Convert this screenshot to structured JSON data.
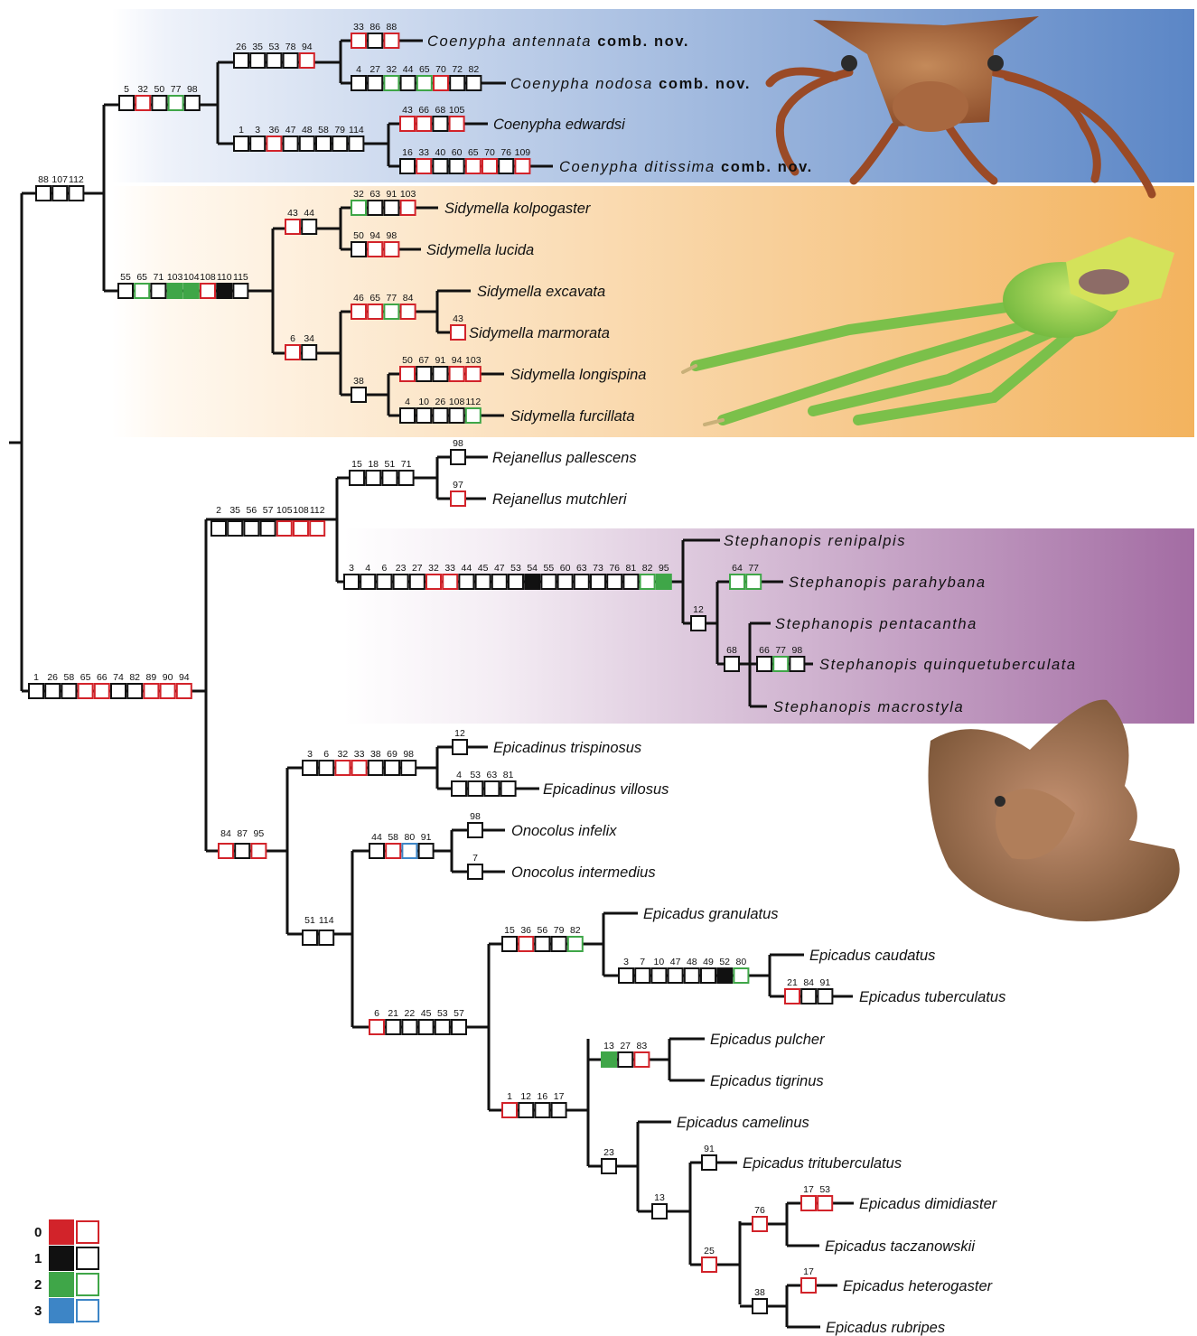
{
  "groups": {
    "coenypha": {
      "color": "#5b86c6"
    },
    "sidymella": {
      "color": "#f3b35e"
    },
    "stephanopis": {
      "color": "#a36ca3"
    }
  },
  "state_colors": {
    "0": "#d2232a",
    "1": "#111111",
    "2": "#3fa648",
    "3": "#3d85c6"
  },
  "legend": [
    {
      "state": "0",
      "label": "0"
    },
    {
      "state": "1",
      "label": "1"
    },
    {
      "state": "2",
      "label": "2"
    },
    {
      "state": "3",
      "label": "3"
    }
  ],
  "taxa": [
    {
      "genus": "Coenypha",
      "species": "antennata",
      "note": "comb. nov.",
      "spaced": true
    },
    {
      "genus": "Coenypha",
      "species": "nodosa",
      "note": "comb. nov.",
      "spaced": true
    },
    {
      "genus": "Coenypha",
      "species": "edwardsi",
      "note": ""
    },
    {
      "genus": "Coenypha",
      "species": "ditissima",
      "note": "comb. nov.",
      "spaced": true
    },
    {
      "genus": "Sidymella",
      "species": "kolpogaster",
      "note": ""
    },
    {
      "genus": "Sidymella",
      "species": "lucida",
      "note": ""
    },
    {
      "genus": "Sidymella",
      "species": "excavata",
      "note": ""
    },
    {
      "genus": "Sidymella",
      "species": "marmorata",
      "note": ""
    },
    {
      "genus": "Sidymella",
      "species": "longispina",
      "note": ""
    },
    {
      "genus": "Sidymella",
      "species": "furcillata",
      "note": ""
    },
    {
      "genus": "Rejanellus",
      "species": "pallescens",
      "note": ""
    },
    {
      "genus": "Rejanellus",
      "species": "mutchleri",
      "note": ""
    },
    {
      "genus": "Stephanopis",
      "species": "renipalpis",
      "note": "",
      "spaced": true
    },
    {
      "genus": "Stephanopis",
      "species": "parahybana",
      "note": "",
      "spaced": true
    },
    {
      "genus": "Stephanopis",
      "species": "pentacantha",
      "note": "",
      "spaced": true
    },
    {
      "genus": "Stephanopis",
      "species": "quinquetuberculata",
      "note": "",
      "spaced": true
    },
    {
      "genus": "Stephanopis",
      "species": "macrostyla",
      "note": "",
      "spaced": true
    },
    {
      "genus": "Epicadinus",
      "species": "trispinosus",
      "note": ""
    },
    {
      "genus": "Epicadinus",
      "species": "villosus",
      "note": ""
    },
    {
      "genus": "Onocolus",
      "species": "infelix",
      "note": ""
    },
    {
      "genus": "Onocolus",
      "species": "intermedius",
      "note": ""
    },
    {
      "genus": "Epicadus",
      "species": "granulatus",
      "note": ""
    },
    {
      "genus": "Epicadus",
      "species": "caudatus",
      "note": ""
    },
    {
      "genus": "Epicadus",
      "species": "tuberculatus",
      "note": ""
    },
    {
      "genus": "Epicadus",
      "species": "pulcher",
      "note": ""
    },
    {
      "genus": "Epicadus",
      "species": "tigrinus",
      "note": ""
    },
    {
      "genus": "Epicadus",
      "species": "camelinus",
      "note": ""
    },
    {
      "genus": "Epicadus",
      "species": "trituberculatus",
      "note": ""
    },
    {
      "genus": "Epicadus",
      "species": "dimidiaster",
      "note": ""
    },
    {
      "genus": "Epicadus",
      "species": "taczanowskii",
      "note": ""
    },
    {
      "genus": "Epicadus",
      "species": "heterogaster",
      "note": ""
    },
    {
      "genus": "Epicadus",
      "species": "rubripes",
      "note": ""
    }
  ],
  "characters": [
    {
      "branch": "root-left",
      "chars": [
        [
          88,
          "1o"
        ],
        [
          107,
          "1o"
        ],
        [
          112,
          "1o"
        ]
      ]
    },
    {
      "branch": "coen-sid",
      "chars": [
        [
          5,
          "1o"
        ],
        [
          32,
          "0o"
        ],
        [
          50,
          "1o"
        ],
        [
          77,
          "2o"
        ],
        [
          98,
          "1o"
        ]
      ]
    },
    {
      "branch": "coen-ab",
      "chars": [
        [
          26,
          "1o"
        ],
        [
          35,
          "1o"
        ],
        [
          53,
          "1o"
        ],
        [
          78,
          "1o"
        ],
        [
          94,
          "0o"
        ]
      ]
    },
    {
      "branch": "antennata",
      "chars": [
        [
          33,
          "0o"
        ],
        [
          86,
          "1o"
        ],
        [
          88,
          "0o"
        ]
      ]
    },
    {
      "branch": "nodosa",
      "chars": [
        [
          4,
          "1o"
        ],
        [
          27,
          "1o"
        ],
        [
          32,
          "2o"
        ],
        [
          44,
          "1o"
        ],
        [
          65,
          "2o"
        ],
        [
          70,
          "0o"
        ],
        [
          72,
          "1o"
        ],
        [
          82,
          "1o"
        ]
      ]
    },
    {
      "branch": "coen-cd",
      "chars": [
        [
          1,
          "1o"
        ],
        [
          3,
          "1o"
        ],
        [
          36,
          "0o"
        ],
        [
          47,
          "1o"
        ],
        [
          48,
          "1o"
        ],
        [
          58,
          "1o"
        ],
        [
          79,
          "1o"
        ],
        [
          114,
          "1o"
        ]
      ]
    },
    {
      "branch": "edwardsi",
      "chars": [
        [
          43,
          "0o"
        ],
        [
          66,
          "0o"
        ],
        [
          68,
          "1o"
        ],
        [
          105,
          "0o"
        ]
      ]
    },
    {
      "branch": "ditissima",
      "chars": [
        [
          16,
          "1o"
        ],
        [
          33,
          "0o"
        ],
        [
          40,
          "1o"
        ],
        [
          60,
          "1o"
        ],
        [
          65,
          "0o"
        ],
        [
          70,
          "0o"
        ],
        [
          76,
          "1o"
        ],
        [
          109,
          "0o"
        ]
      ]
    },
    {
      "branch": "sidymella",
      "chars": [
        [
          55,
          "1o"
        ],
        [
          65,
          "2o"
        ],
        [
          71,
          "1o"
        ],
        [
          103,
          "2f"
        ],
        [
          104,
          "2f"
        ],
        [
          108,
          "0o"
        ],
        [
          110,
          "1f"
        ],
        [
          115,
          "1o"
        ]
      ]
    },
    {
      "branch": "sid-ab",
      "chars": [
        [
          43,
          "0o"
        ],
        [
          44,
          "1o"
        ]
      ]
    },
    {
      "branch": "kolpogaster",
      "chars": [
        [
          32,
          "2o"
        ],
        [
          63,
          "1o"
        ],
        [
          91,
          "1o"
        ],
        [
          103,
          "0o"
        ]
      ]
    },
    {
      "branch": "lucida",
      "chars": [
        [
          50,
          "1o"
        ],
        [
          94,
          "0o"
        ],
        [
          98,
          "0o"
        ]
      ]
    },
    {
      "branch": "sid-rest",
      "chars": [
        [
          6,
          "0o"
        ],
        [
          34,
          "1o"
        ]
      ]
    },
    {
      "branch": "sid-em",
      "chars": [
        [
          46,
          "0o"
        ],
        [
          65,
          "0o"
        ],
        [
          77,
          "2o"
        ],
        [
          84,
          "0o"
        ]
      ]
    },
    {
      "branch": "marmorata",
      "chars": [
        [
          43,
          "0o"
        ]
      ]
    },
    {
      "branch": "sid-lf",
      "chars": [
        [
          38,
          "1o"
        ]
      ]
    },
    {
      "branch": "longispina",
      "chars": [
        [
          50,
          "0o"
        ],
        [
          67,
          "1o"
        ],
        [
          91,
          "1o"
        ],
        [
          94,
          "0o"
        ],
        [
          103,
          "0o"
        ]
      ]
    },
    {
      "branch": "furcillata",
      "chars": [
        [
          4,
          "1o"
        ],
        [
          10,
          "1o"
        ],
        [
          26,
          "1o"
        ],
        [
          108,
          "1o"
        ],
        [
          112,
          "2o"
        ]
      ]
    },
    {
      "branch": "root-right",
      "chars": [
        [
          1,
          "1o"
        ],
        [
          26,
          "1o"
        ],
        [
          58,
          "1o"
        ],
        [
          65,
          "0o"
        ],
        [
          66,
          "0o"
        ],
        [
          74,
          "1o"
        ],
        [
          82,
          "1o"
        ],
        [
          89,
          "0o"
        ],
        [
          90,
          "0o"
        ],
        [
          94,
          "0o"
        ]
      ]
    },
    {
      "branch": "rej-step",
      "chars": [
        [
          2,
          "1o"
        ],
        [
          35,
          "1o"
        ],
        [
          56,
          "1o"
        ],
        [
          57,
          "1o"
        ],
        [
          105,
          "0o"
        ],
        [
          108,
          "0o"
        ],
        [
          112,
          "0o"
        ]
      ]
    },
    {
      "branch": "rejanellus",
      "chars": [
        [
          15,
          "1o"
        ],
        [
          18,
          "1o"
        ],
        [
          51,
          "1o"
        ],
        [
          71,
          "1o"
        ]
      ]
    },
    {
      "branch": "pallescens",
      "chars": [
        [
          98,
          "1o"
        ]
      ]
    },
    {
      "branch": "mutchleri",
      "chars": [
        [
          97,
          "0o"
        ]
      ]
    },
    {
      "branch": "stephanopis",
      "chars": [
        [
          3,
          "1o"
        ],
        [
          4,
          "1o"
        ],
        [
          6,
          "1o"
        ],
        [
          23,
          "1o"
        ],
        [
          27,
          "1o"
        ],
        [
          32,
          "0o"
        ],
        [
          33,
          "0o"
        ],
        [
          44,
          "1o"
        ],
        [
          45,
          "1o"
        ],
        [
          47,
          "1o"
        ],
        [
          53,
          "1o"
        ],
        [
          54,
          "1f"
        ],
        [
          55,
          "1o"
        ],
        [
          60,
          "1o"
        ],
        [
          63,
          "1o"
        ],
        [
          73,
          "1o"
        ],
        [
          76,
          "1o"
        ],
        [
          81,
          "1o"
        ],
        [
          82,
          "2o"
        ],
        [
          95,
          "2f"
        ]
      ]
    },
    {
      "branch": "parahybana",
      "chars": [
        [
          64,
          "2o"
        ],
        [
          77,
          "2o"
        ]
      ]
    },
    {
      "branch": "step-b",
      "chars": [
        [
          12,
          "1o"
        ]
      ]
    },
    {
      "branch": "step-c",
      "chars": [
        [
          68,
          "1o"
        ]
      ]
    },
    {
      "branch": "quinque",
      "chars": [
        [
          66,
          "1o"
        ],
        [
          77,
          "2o"
        ],
        [
          98,
          "1o"
        ]
      ]
    },
    {
      "branch": "epi-group",
      "chars": [
        [
          84,
          "0o"
        ],
        [
          87,
          "1o"
        ],
        [
          95,
          "0o"
        ]
      ]
    },
    {
      "branch": "epicadinus",
      "chars": [
        [
          3,
          "1o"
        ],
        [
          6,
          "1o"
        ],
        [
          32,
          "0o"
        ],
        [
          33,
          "0o"
        ],
        [
          38,
          "1o"
        ],
        [
          69,
          "1o"
        ],
        [
          98,
          "1o"
        ]
      ]
    },
    {
      "branch": "trispinosus",
      "chars": [
        [
          12,
          "1o"
        ]
      ]
    },
    {
      "branch": "villosus",
      "chars": [
        [
          4,
          "1o"
        ],
        [
          53,
          "1o"
        ],
        [
          63,
          "1o"
        ],
        [
          81,
          "1o"
        ]
      ]
    },
    {
      "branch": "ono-epi",
      "chars": [
        [
          51,
          "1o"
        ],
        [
          114,
          "1o"
        ]
      ]
    },
    {
      "branch": "onocolus",
      "chars": [
        [
          44,
          "1o"
        ],
        [
          58,
          "0o"
        ],
        [
          80,
          "3o"
        ],
        [
          91,
          "1o"
        ]
      ]
    },
    {
      "branch": "infelix",
      "chars": [
        [
          98,
          "1o"
        ]
      ]
    },
    {
      "branch": "intermedius",
      "chars": [
        [
          7,
          "1o"
        ]
      ]
    },
    {
      "branch": "epicadus",
      "chars": [
        [
          6,
          "0o"
        ],
        [
          21,
          "1o"
        ],
        [
          22,
          "1o"
        ],
        [
          45,
          "1o"
        ],
        [
          53,
          "1o"
        ],
        [
          57,
          "1o"
        ]
      ]
    },
    {
      "branch": "epi-a",
      "chars": [
        [
          15,
          "1o"
        ],
        [
          36,
          "0o"
        ],
        [
          56,
          "1o"
        ],
        [
          79,
          "1o"
        ],
        [
          82,
          "2o"
        ]
      ]
    },
    {
      "branch": "epi-a2",
      "chars": [
        [
          3,
          "1o"
        ],
        [
          7,
          "1o"
        ],
        [
          10,
          "1o"
        ],
        [
          47,
          "1o"
        ],
        [
          48,
          "1o"
        ],
        [
          49,
          "1o"
        ],
        [
          52,
          "1f"
        ],
        [
          80,
          "2o"
        ]
      ]
    },
    {
      "branch": "tuberculatus",
      "chars": [
        [
          21,
          "0o"
        ],
        [
          84,
          "1o"
        ],
        [
          91,
          "1o"
        ]
      ]
    },
    {
      "branch": "epi-b",
      "chars": [
        [
          1,
          "0o"
        ],
        [
          12,
          "1o"
        ],
        [
          16,
          "1o"
        ],
        [
          17,
          "1o"
        ]
      ]
    },
    {
      "branch": "pulch-tig",
      "chars": [
        [
          13,
          "2f"
        ],
        [
          27,
          "1o"
        ],
        [
          83,
          "0o"
        ]
      ]
    },
    {
      "branch": "epi-c",
      "chars": [
        [
          23,
          "1o"
        ]
      ]
    },
    {
      "branch": "epi-d",
      "chars": [
        [
          13,
          "1o"
        ]
      ]
    },
    {
      "branch": "trituberculatus",
      "chars": [
        [
          91,
          "1o"
        ]
      ]
    },
    {
      "branch": "epi-e",
      "chars": [
        [
          25,
          "0o"
        ]
      ]
    },
    {
      "branch": "epi-f",
      "chars": [
        [
          76,
          "0o"
        ]
      ]
    },
    {
      "branch": "dimidiaster",
      "chars": [
        [
          17,
          "0o"
        ],
        [
          53,
          "0o"
        ]
      ]
    },
    {
      "branch": "epi-g",
      "chars": [
        [
          38,
          "1o"
        ]
      ]
    },
    {
      "branch": "heterogaster",
      "chars": [
        [
          17,
          "0o"
        ]
      ]
    }
  ]
}
